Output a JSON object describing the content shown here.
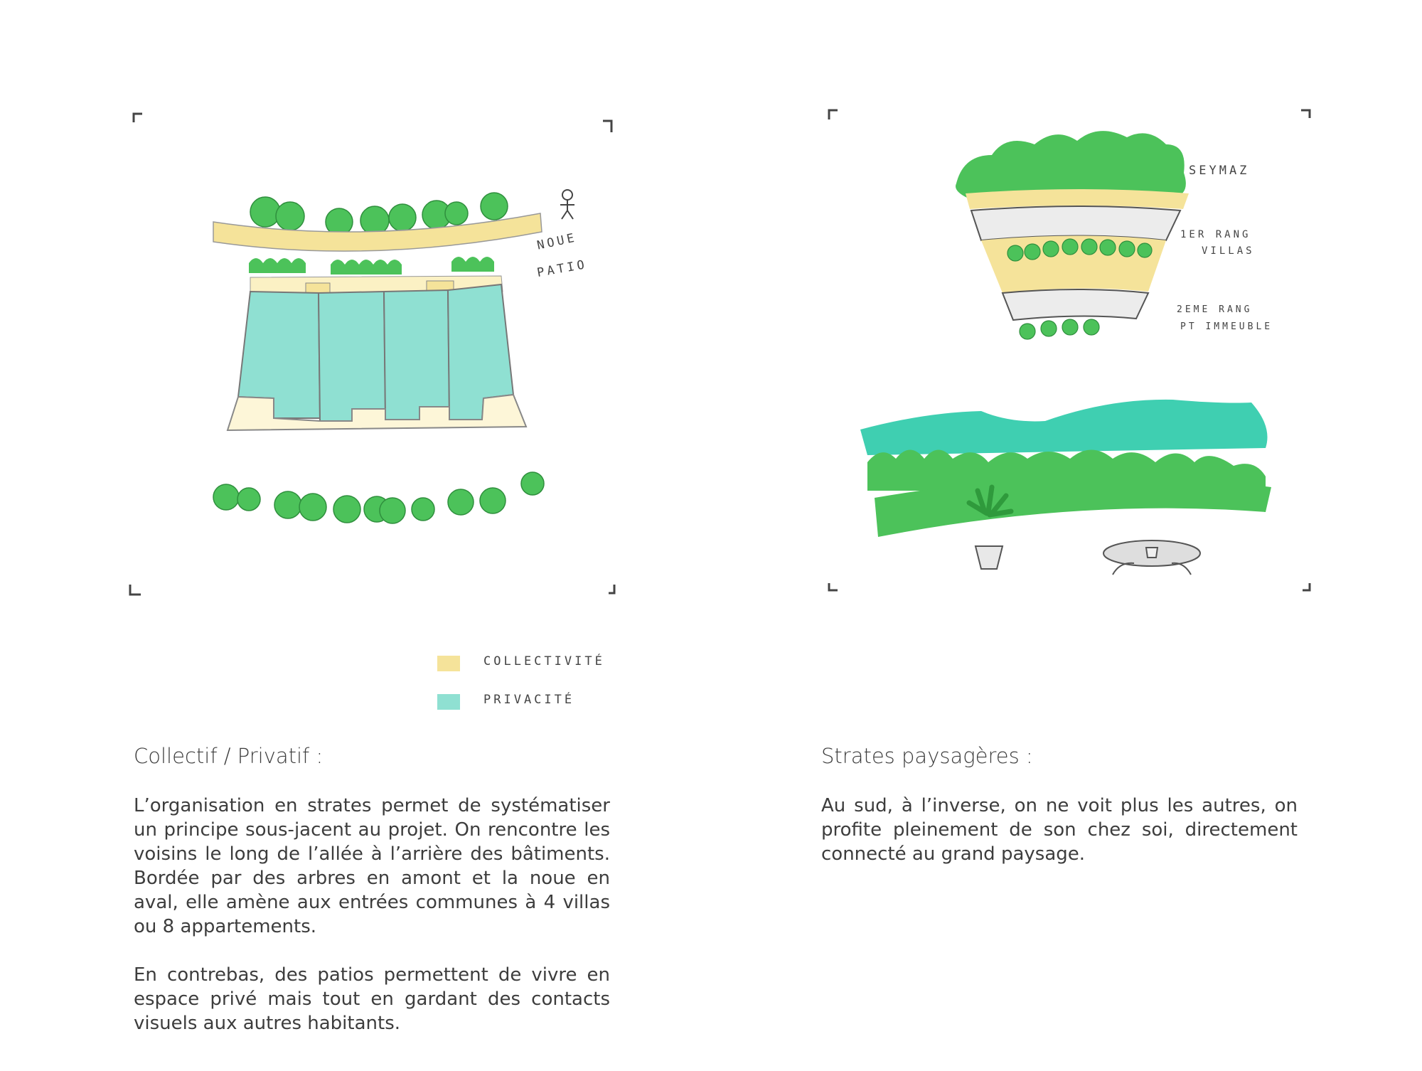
{
  "left_sketch": {
    "labels": {
      "noue": "NOUE",
      "patio": "PATIO"
    }
  },
  "right_sketch": {
    "labels": {
      "seymaz": "SEYMAZ",
      "rang1_line1": "1ER RANG",
      "rang1_line2": "VILLAS",
      "rang2_line1": "2EME RANG",
      "rang2_line2": "PT IMMEUBLE"
    }
  },
  "legend": [
    {
      "label": "COLLECTIVITÉ",
      "color": "#f5e39a"
    },
    {
      "label": "PRIVACITÉ",
      "color": "#8fe0d2"
    }
  ],
  "left_text": {
    "title": "Collectif / Privatif :",
    "paragraphs": [
      "L’organisation en strates permet de systématiser un principe sous-jacent au projet. On rencontre les voisins le long de l’allée à l’arrière des bâtiments. Bordée par des arbres en amont et la noue en aval, elle amène aux entrées communes à 4 villas ou 8 appartements.",
      "En contrebas, des patios permettent de vivre en espace privé mais tout en gardant des contacts visuels aux autres habitants."
    ]
  },
  "right_text": {
    "title": "Strates paysagères :",
    "paragraphs": [
      "Au sud, à l’inverse, on ne voit plus les autres, on profite pleinement de son chez soi, directement connecté au grand paysage."
    ]
  },
  "colors": {
    "tree_green": "#4cc25a",
    "collective_yellow": "#f5e39a",
    "private_turquoise": "#8fe0d2",
    "mountain_teal": "#3fcfb1"
  }
}
